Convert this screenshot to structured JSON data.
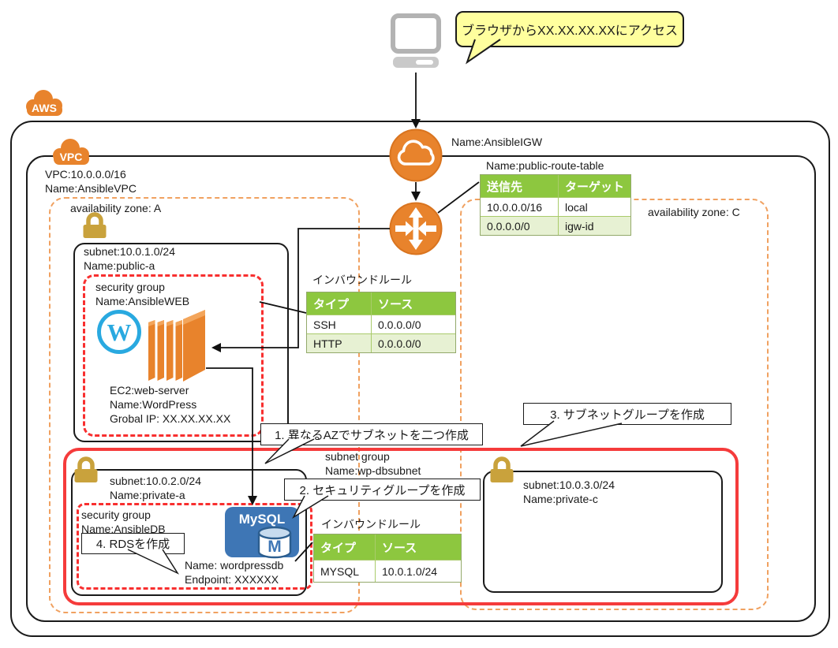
{
  "colors": {
    "orange": "#E8832C",
    "az_dash_orange": "#F0A160",
    "subnet_group_red": "#F53B3B",
    "security_group_red": "#F82F2F",
    "table_header_green": "#8DC73F",
    "table_alt_row_green": "#E7F1D3",
    "bubble_yellow": "#FFFF9E",
    "lock_gold": "#C9A23C",
    "wordpress_blue": "#29A9E0",
    "mysql_blue": "#3E76B5"
  },
  "client": {
    "bubble_text": "ブラウザからXX.XX.XX.XXにアクセス"
  },
  "aws": {
    "label": "AWS"
  },
  "vpc": {
    "label": "VPC",
    "cidr": "VPC:10.0.0.0/16",
    "name": "Name:AnsibleVPC"
  },
  "igw": {
    "label": "Name:AnsibleIGW"
  },
  "route_table": {
    "title": "Name:public-route-table",
    "headers": [
      "送信先",
      "ターゲット"
    ],
    "rows": [
      [
        "10.0.0.0/16",
        "local"
      ],
      [
        "0.0.0.0/0",
        "igw-id"
      ]
    ]
  },
  "availability_zones": {
    "a": "availability zone: A",
    "c": "availability zone: C"
  },
  "subnets": {
    "public_a": {
      "cidr": "subnet:10.0.1.0/24",
      "name": "Name:public-a"
    },
    "private_a": {
      "cidr": "subnet:10.0.2.0/24",
      "name": "Name:private-a"
    },
    "private_c": {
      "cidr": "subnet:10.0.3.0/24",
      "name": "Name:private-c"
    }
  },
  "security_groups": {
    "web": {
      "label": "security group",
      "name": "Name:AnsibleWEB"
    },
    "db": {
      "label": "security group",
      "name": "Name:AnsibleDB"
    }
  },
  "ec2": {
    "line1": "EC2:web-server",
    "line2": "Name:WordPress",
    "line3": "Grobal IP: XX.XX.XX.XX"
  },
  "web_rules": {
    "title": "インバウンドルール",
    "headers": [
      "タイプ",
      "ソース"
    ],
    "rows": [
      [
        "SSH",
        "0.0.0.0/0"
      ],
      [
        "HTTP",
        "0.0.0.0/0"
      ]
    ]
  },
  "db_rules": {
    "title": "インバウンドルール",
    "headers": [
      "タイプ",
      "ソース"
    ],
    "rows": [
      [
        "MYSQL",
        "10.0.1.0/24"
      ]
    ]
  },
  "subnet_group": {
    "label": "subnet group",
    "name": "Name:wp-dbsubnet"
  },
  "rds": {
    "mysql_label": "MySQL",
    "cylinder_letter": "M",
    "name": "Name: wordpressdb",
    "endpoint": "Endpoint: XXXXXX"
  },
  "callouts": {
    "step1": "1. 異なるAZでサブネットを二つ作成",
    "step2": "2. セキュリティグループを作成",
    "step3": "3. サブネットグループを作成",
    "step4": "4. RDSを作成"
  },
  "icons": {
    "wordpress_letter": "W"
  }
}
